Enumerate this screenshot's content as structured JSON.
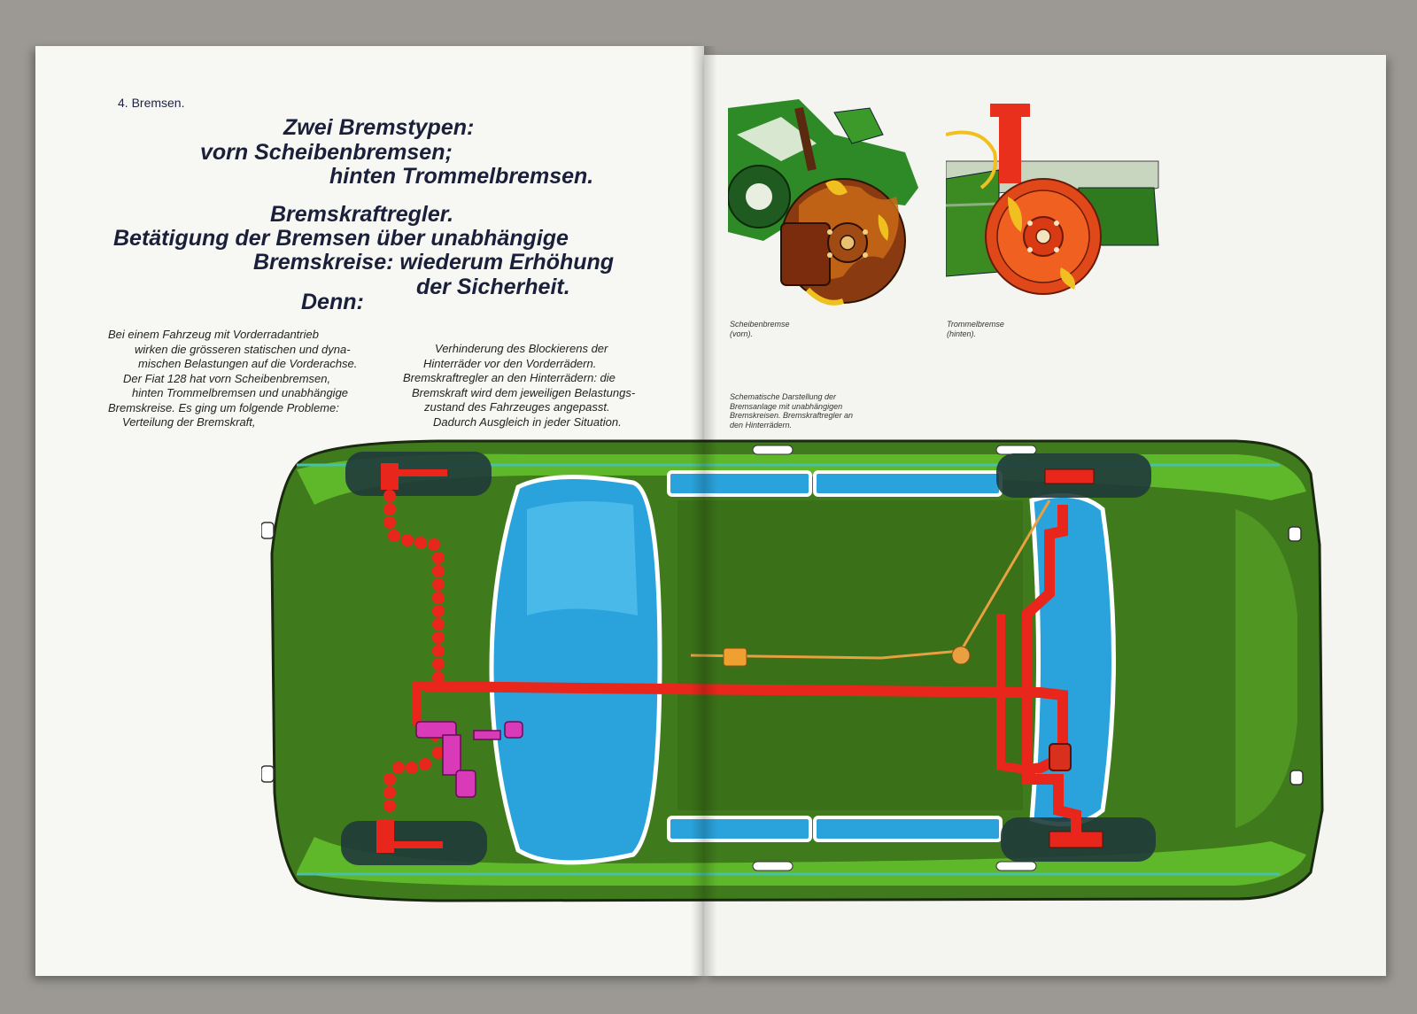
{
  "left_page": {
    "section_label": "4. Bremsen.",
    "headline_lines": [
      "Zwei Bremstypen:",
      "vorn Scheibenbremsen;",
      "hinten Trommelbremsen.",
      "Bremskraftregler.",
      "Betätigung der Bremsen über unabhängige",
      "Bremskreise: wiederum Erhöhung",
      "der Sicherheit.",
      "Denn:"
    ],
    "body_col1": [
      "Bei einem Fahrzeug mit Vorderradantrieb",
      "wirken die grösseren statischen und dyna-",
      "mischen Belastungen auf die Vorderachse.",
      "Der Fiat 128 hat vorn Scheibenbremsen,",
      "hinten Trommelbremsen und unabhängige",
      "Bremskreise. Es ging um folgende Probleme:",
      "Verteilung der Bremskraft,"
    ],
    "body_col2": [
      "Verhinderung des Blockierens der",
      "Hinterräder vor den Vorderrädern.",
      "Bremskraftregler an den Hinterrädern: die",
      "Bremskraft wird dem jeweiligen Belastungs-",
      "zustand des Fahrzeuges angepasst.",
      "Dadurch Ausgleich in jeder Situation."
    ]
  },
  "right_page": {
    "caption_disc": [
      "Scheibenbremse",
      "(vorn)."
    ],
    "caption_drum": [
      "Trommelbremse",
      "(hinten)."
    ],
    "caption_schematic": [
      "Schematische Darstellung der",
      "Bremsanlage mit unabhängigen",
      "Bremskreisen. Bremskraftregler an",
      "den Hinterrädern."
    ]
  },
  "colors": {
    "car_body": "#3f7a1c",
    "car_accent": "#5fb82a",
    "glass": "#2aa3dc",
    "brake_line": "#e8261c",
    "regulator": "#d83ab8",
    "tire": "#1f3a3a",
    "headline_ink": "#1a1f3a"
  }
}
